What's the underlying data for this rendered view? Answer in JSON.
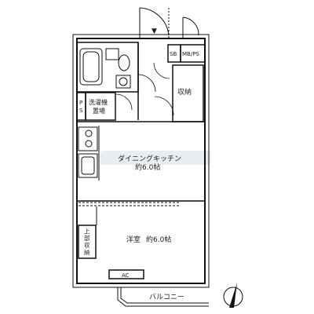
{
  "rooms": {
    "dining_kitchen": {
      "name": "ダイニングキッチン",
      "size": "約6.0帖"
    },
    "western_room": {
      "name": "洋室",
      "size": "約6.0帖"
    },
    "storage": "収納",
    "laundry": [
      "洗濯機",
      "置場"
    ],
    "upper_storage": [
      "上",
      "部",
      "収",
      "納"
    ],
    "balcony": "バルコニー"
  },
  "labels": {
    "sb": "SB",
    "mbps": "MB/PS",
    "ps": [
      "P",
      "S"
    ],
    "ac": "AC",
    "entrance_mark": "▼"
  }
}
